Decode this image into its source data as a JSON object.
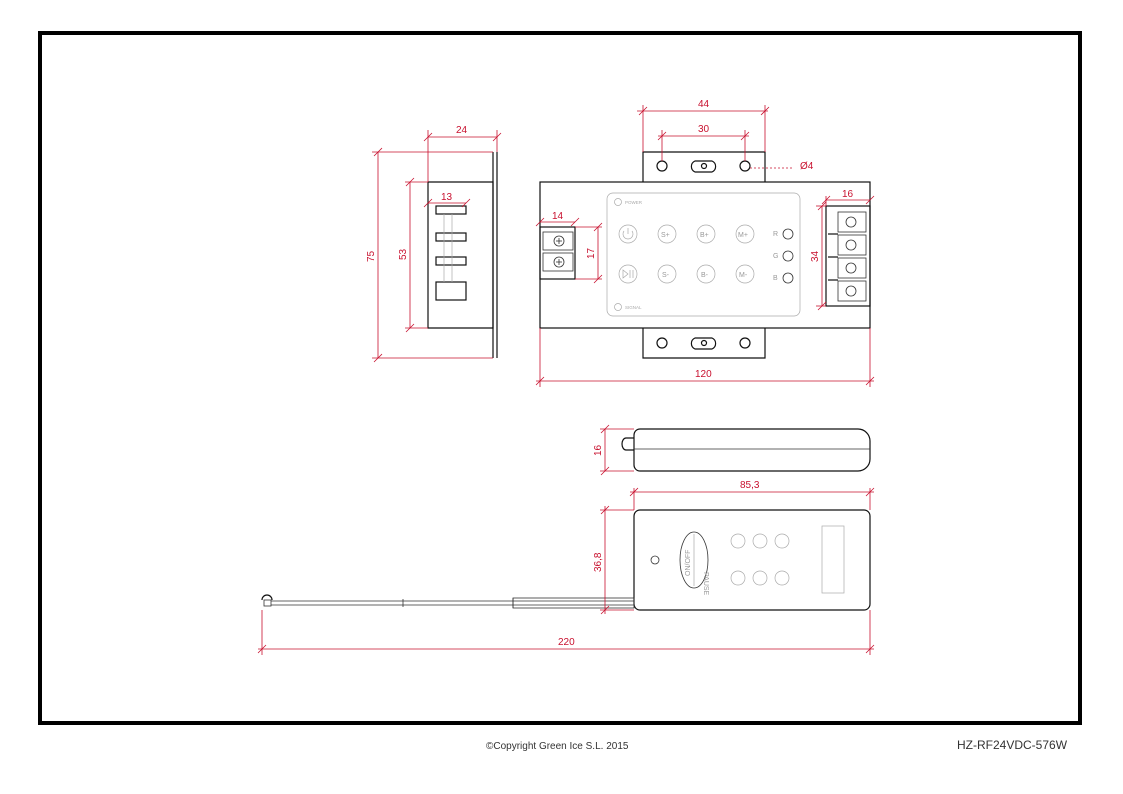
{
  "footer": {
    "copyright": "©Copyright Green Ice S.L. 2015",
    "model": "HZ-RF24VDC-576W"
  },
  "dimensions": {
    "side_width": "24",
    "side_inner": "13",
    "side_height": "75",
    "side_inner_height": "53",
    "top_bracket_outer": "44",
    "top_bracket_holes": "30",
    "hole_diameter": "Ø4",
    "terminal_left_width": "14",
    "terminal_left_height": "17",
    "terminal_right_width": "16",
    "terminal_right_height": "34",
    "controller_length": "120",
    "remote_thickness": "16",
    "remote_length": "85,3",
    "remote_width": "36,8",
    "antenna_total": "220"
  },
  "controller_panel": {
    "power_label": "POWER",
    "signal_label": "SIGNAL",
    "buttons_top": [
      "S+",
      "B+",
      "M+"
    ],
    "buttons_bottom": [
      "S-",
      "B-",
      "M-"
    ],
    "channels": [
      "R",
      "G",
      "B"
    ]
  },
  "remote": {
    "onoff_label": "ON/OFF",
    "pause_label": "PAUSE"
  },
  "icons": [
    "power-icon",
    "play-pause-icon"
  ]
}
